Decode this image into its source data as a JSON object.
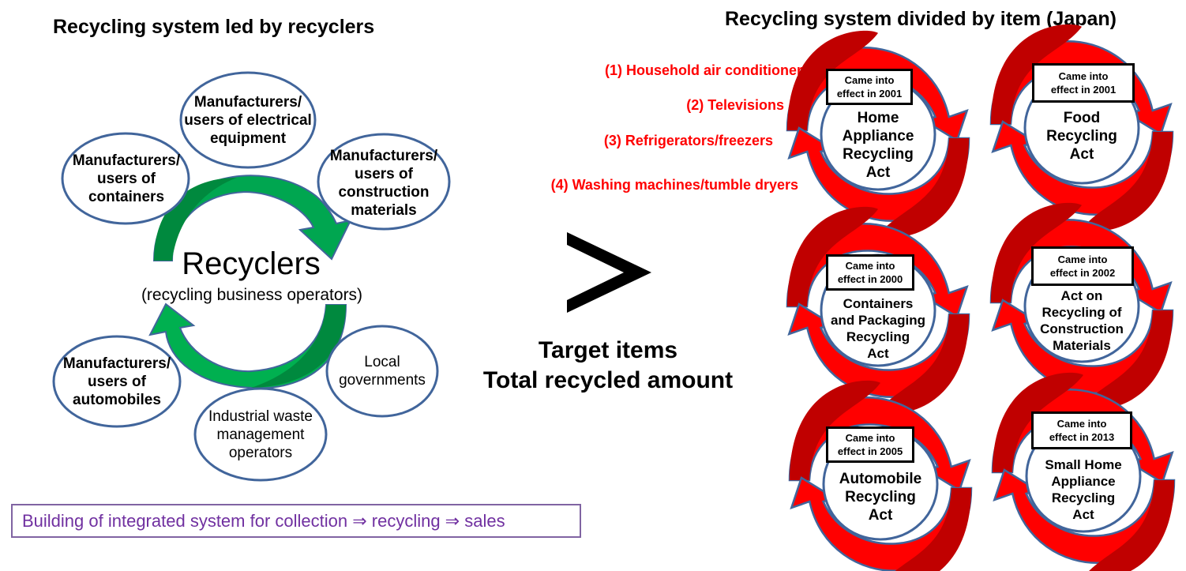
{
  "left_panel": {
    "title": "Recycling system led by recyclers",
    "center": {
      "title": "Recyclers",
      "subtitle": "(recycling business operators)"
    },
    "stakeholders": [
      {
        "id": "containers",
        "lines": [
          "Manufacturers/",
          "users of",
          "containers"
        ],
        "bold": true
      },
      {
        "id": "electrical",
        "lines": [
          "Manufacturers/",
          "users of electrical",
          "equipment"
        ],
        "bold": true
      },
      {
        "id": "construction",
        "lines": [
          "Manufacturers/",
          "users of",
          "construction",
          "materials"
        ],
        "bold": true
      },
      {
        "id": "automobiles",
        "lines": [
          "Manufacturers/",
          "users of",
          "automobiles"
        ],
        "bold": true
      },
      {
        "id": "industrial-waste",
        "lines": [
          "Industrial waste",
          "management",
          "operators"
        ],
        "bold": false
      },
      {
        "id": "local-gov",
        "lines": [
          "Local",
          "governments"
        ],
        "bold": false
      }
    ],
    "bottom_note": "Building of integrated system for collection ⇒ recycling ⇒ sales"
  },
  "comparison": {
    "symbol": ">",
    "lines": [
      "Target items",
      "Total recycled amount"
    ]
  },
  "right_panel": {
    "title": "Recycling system divided by item (Japan)",
    "home_appliance_items": [
      "(1) Household air conditioners",
      "(2) Televisions",
      "(3) Refrigerators/freezers",
      "(4) Washing machines/tumble dryers"
    ],
    "acts": [
      {
        "id": "home-appliance",
        "effective": [
          "Came into",
          "effect in 2001"
        ],
        "name": [
          "Home",
          "Appliance",
          "Recycling",
          "Act"
        ]
      },
      {
        "id": "food",
        "effective": [
          "Came into",
          "effect in 2001"
        ],
        "name": [
          "Food",
          "Recycling",
          "Act"
        ]
      },
      {
        "id": "containers-packaging",
        "effective": [
          "Came into",
          "effect in 2000"
        ],
        "name": [
          "Containers",
          "and Packaging",
          "Recycling",
          "Act"
        ]
      },
      {
        "id": "construction",
        "effective": [
          "Came into",
          "effect in 2002"
        ],
        "name": [
          "Act on",
          "Recycling of",
          "Construction",
          "Materials"
        ]
      },
      {
        "id": "automobile",
        "effective": [
          "Came into",
          "effect in 2005"
        ],
        "name": [
          "Automobile",
          "Recycling",
          "Act"
        ]
      },
      {
        "id": "small-home-appliance",
        "effective": [
          "Came into",
          "effect in 2013"
        ],
        "name": [
          "Small Home",
          "Appliance",
          "Recycling",
          "Act"
        ]
      }
    ]
  },
  "colors": {
    "green_dark": "#00893e",
    "green_light": "#00b050",
    "red_dark": "#c00000",
    "red_light": "#ff0000",
    "outline_blue": "#41659b",
    "purple_text": "#7030a0",
    "purple_border": "#8064a2"
  }
}
